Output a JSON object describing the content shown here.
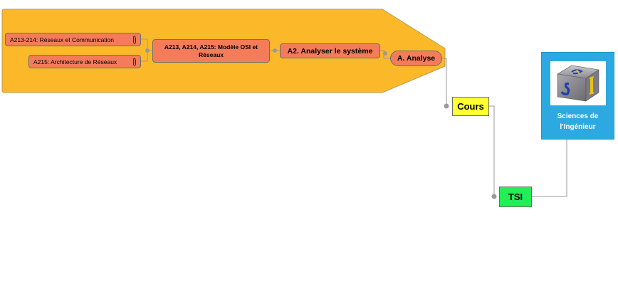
{
  "map": {
    "root": {
      "label": "Sciences de l'Ingénieur"
    },
    "tsi": {
      "label": "TSI"
    },
    "cours": {
      "label": "Cours"
    },
    "analyse": {
      "label": "A. Analyse"
    },
    "a2": {
      "label": "A2. Analyser le système"
    },
    "a213": {
      "label": "A213, A214, A215: Modèle OSI et Réseaux"
    },
    "leaf1": {
      "label": "A213-214:  Réseaux et  Communication"
    },
    "leaf2": {
      "label": "A215: Architecture de Réseaux"
    }
  },
  "colors": {
    "boundary": "#fbb929",
    "topic": "#f47c5a",
    "cours": "#ffff33",
    "tsi": "#22ee55",
    "root": "#2da9e1",
    "connector": "#9a9a9a"
  },
  "icons": [
    "attachment-icon",
    "collapse-toggle-icon",
    "si-logo-icon"
  ]
}
